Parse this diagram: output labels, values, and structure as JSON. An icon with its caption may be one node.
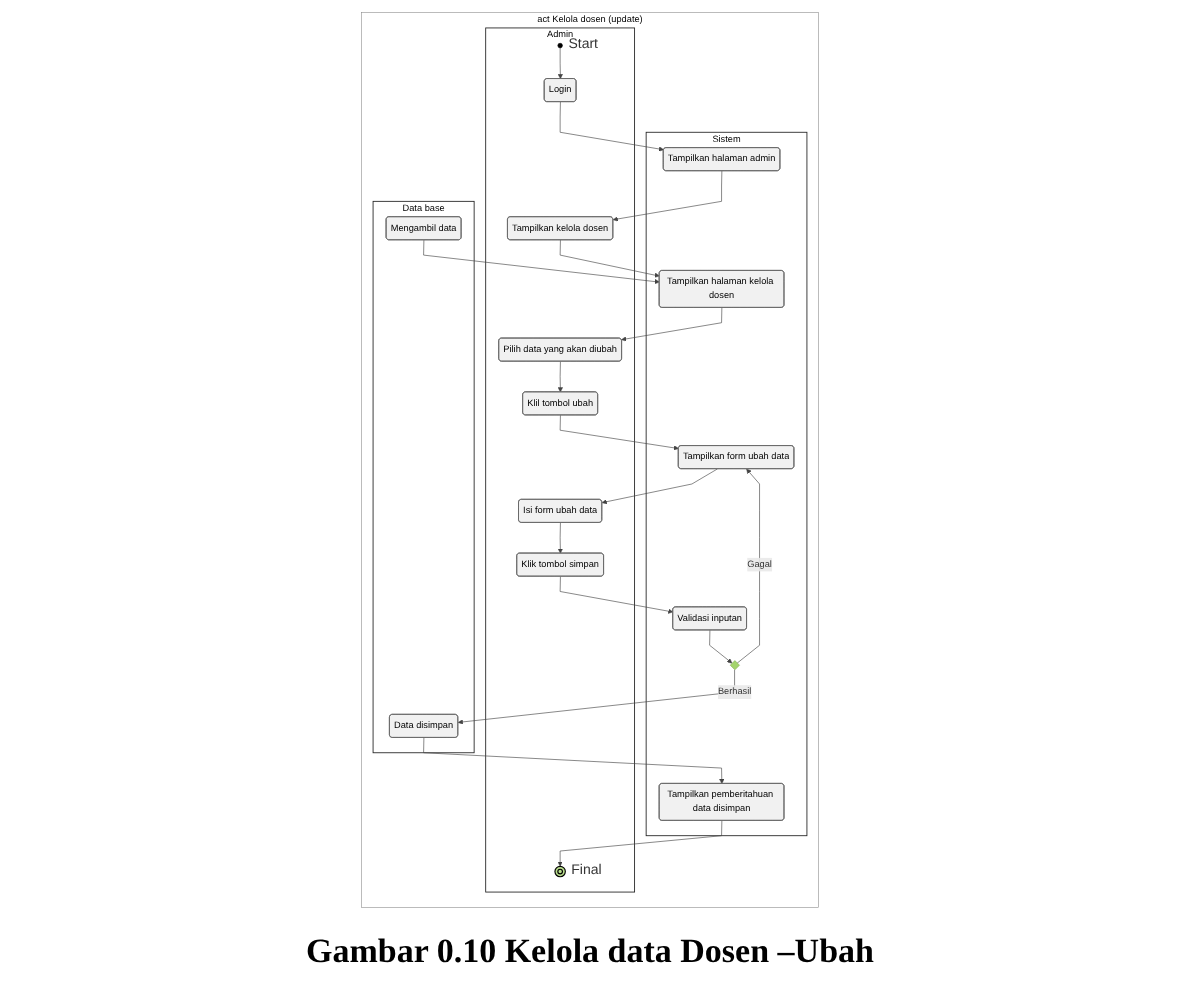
{
  "diagram": {
    "caption": "Gambar 0.10 Kelola data Dosen –Ubah",
    "nodes": [
      {
        "text": [
          "act Kelola dosen (update)"
        ]
      },
      {
        "text": [
          "Admin"
        ],
        "in": 0
      },
      {
        "text": [
          "Sistem"
        ],
        "in": 0
      },
      {
        "text": [
          "Data base"
        ],
        "in": 0
      },
      {
        "text": [],
        "shape": "circle",
        "beside": [
          "Start"
        ],
        "in": 1
      },
      {
        "text": [
          "Login"
        ],
        "in": 1
      },
      {
        "text": [
          "Tampilkan halaman admin"
        ],
        "in": 2
      },
      {
        "text": [
          "Tampilkan kelola dosen"
        ],
        "in": 1
      },
      {
        "text": [
          "Tampilkan halaman kelola dosen"
        ],
        "in": 2
      },
      {
        "text": [
          "Mengambil data"
        ],
        "in": 3
      },
      {
        "text": [
          "Pilih data yang akan diubah"
        ],
        "in": 1
      },
      {
        "text": [
          "Klil tombol ubah"
        ],
        "in": 1
      },
      {
        "text": [
          "Tampilkan form ubah data"
        ],
        "in": 2
      },
      {
        "text": [
          "Isi form ubah data"
        ],
        "in": 1
      },
      {
        "text": [
          "Klik tombol simpan"
        ],
        "in": 1
      },
      {
        "text": [
          "Validasi inputan"
        ],
        "in": 2
      },
      {
        "text": [],
        "shape": "diamond",
        "in": 2
      },
      {
        "text": [
          "Data disimpan"
        ],
        "in": 3
      },
      {
        "text": [
          "Tampilkan pemberitahuan data disimpan"
        ],
        "in": 2
      },
      {
        "text": [],
        "shape": "bullseye",
        "beside": [
          "Final"
        ],
        "in": 1
      }
    ],
    "edges": [
      {
        "from": 4,
        "to": 5,
        "arrow": "to"
      },
      {
        "from": 5,
        "to": 6,
        "arrow": "to"
      },
      {
        "from": 6,
        "to": 7,
        "arrow": "to"
      },
      {
        "from": 7,
        "to": 8,
        "arrow": "to"
      },
      {
        "from": 9,
        "to": 8,
        "arrow": "to"
      },
      {
        "from": 8,
        "to": 10,
        "arrow": "to"
      },
      {
        "from": 10,
        "to": 11,
        "arrow": "to"
      },
      {
        "from": 11,
        "to": 12,
        "arrow": "to"
      },
      {
        "from": 12,
        "to": 13,
        "arrow": "to"
      },
      {
        "from": 13,
        "to": 14,
        "arrow": "to"
      },
      {
        "from": 14,
        "to": 15,
        "arrow": "to"
      },
      {
        "from": 15,
        "to": 16,
        "arrow": "to"
      },
      {
        "from": 16,
        "to": 12,
        "arrow": "to",
        "label": "Gagal"
      },
      {
        "from": 16,
        "to": 17,
        "arrow": "to",
        "label": "Berhasil"
      },
      {
        "from": 17,
        "to": 18,
        "arrow": "to"
      },
      {
        "from": 18,
        "to": 19,
        "arrow": "to"
      }
    ]
  }
}
